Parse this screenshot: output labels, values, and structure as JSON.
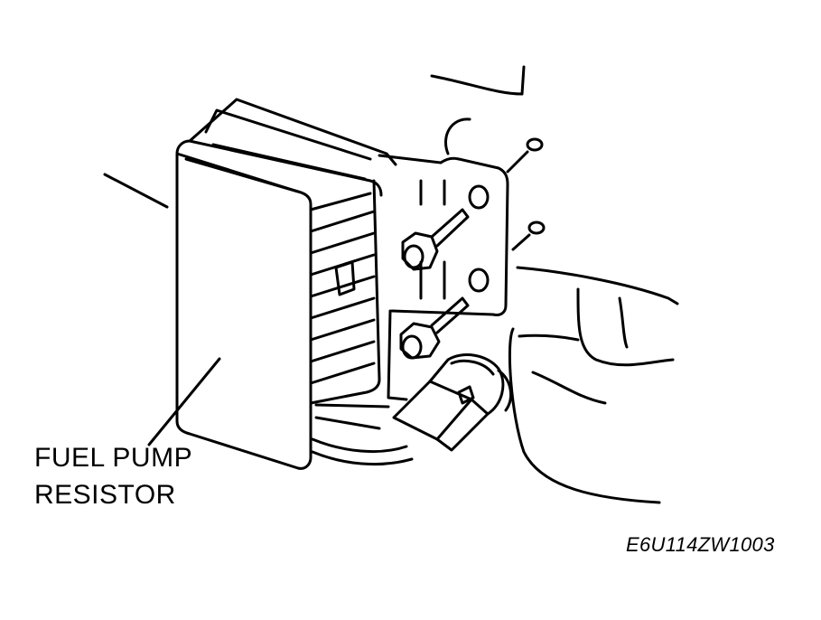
{
  "diagram": {
    "label_line_1": "FUEL PUMP",
    "label_line_2": "RESISTOR",
    "figure_code": "E6U114ZW1003"
  },
  "colors": {
    "ink": "#000000",
    "paper": "#ffffff"
  }
}
